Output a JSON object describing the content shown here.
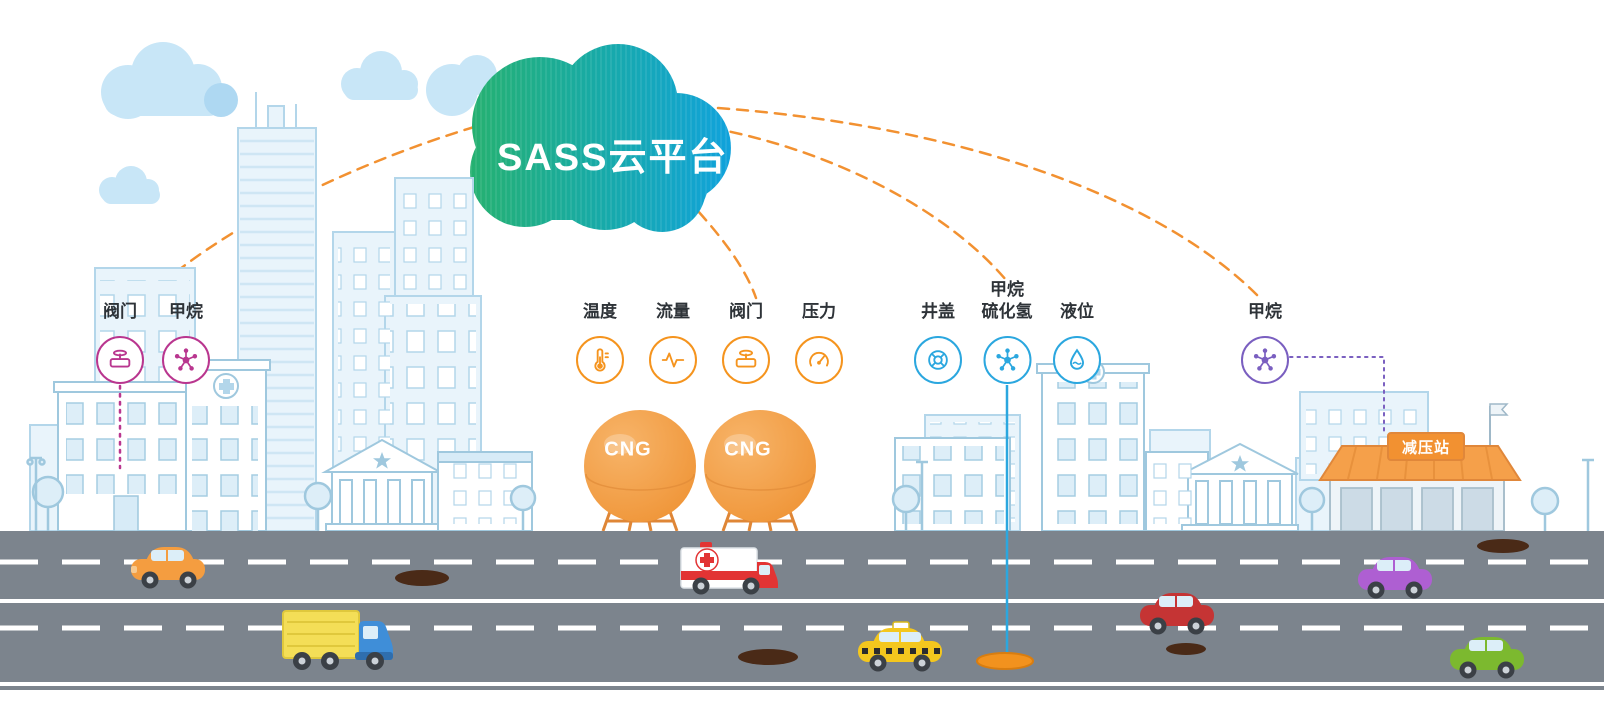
{
  "scene": {
    "cloud": {
      "label": "SASS云平台",
      "color_start": "#25b170",
      "color_end": "#10a2dc"
    },
    "connection_line_color": "#f29131",
    "road_color": "#7c848d",
    "vehicles": [
      "orange-car",
      "delivery-truck",
      "ambulance",
      "taxi",
      "red-car",
      "purple-car",
      "green-car"
    ]
  },
  "sensor_groups": [
    {
      "name": "building-sensors",
      "color": "#b9368f",
      "sensors": [
        {
          "label": "阀门",
          "icon": "valve-icon"
        },
        {
          "label": "甲烷",
          "icon": "methane-molecule-icon"
        }
      ]
    },
    {
      "name": "cng-storage-sensors",
      "color": "#f5941e",
      "sensors": [
        {
          "label": "温度",
          "icon": "thermometer-icon"
        },
        {
          "label": "流量",
          "icon": "flow-icon"
        },
        {
          "label": "阀门",
          "icon": "valve-icon"
        },
        {
          "label": "压力",
          "icon": "pressure-gauge-icon"
        }
      ]
    },
    {
      "name": "underground-sensors",
      "color": "#2ba7df",
      "sensors": [
        {
          "label": "井盖",
          "icon": "manhole-cover-icon"
        },
        {
          "label": "甲烷\n硫化氢",
          "icon": "gas-molecule-icon"
        },
        {
          "label": "液位",
          "icon": "liquid-level-icon"
        }
      ]
    },
    {
      "name": "station-sensors",
      "color": "#7a5fc0",
      "sensors": [
        {
          "label": "甲烷",
          "icon": "methane-molecule-icon"
        }
      ]
    }
  ],
  "tanks": [
    {
      "label": "CNG"
    },
    {
      "label": "CNG"
    }
  ],
  "station": {
    "label": "减压站",
    "color": "#f5a04a"
  }
}
